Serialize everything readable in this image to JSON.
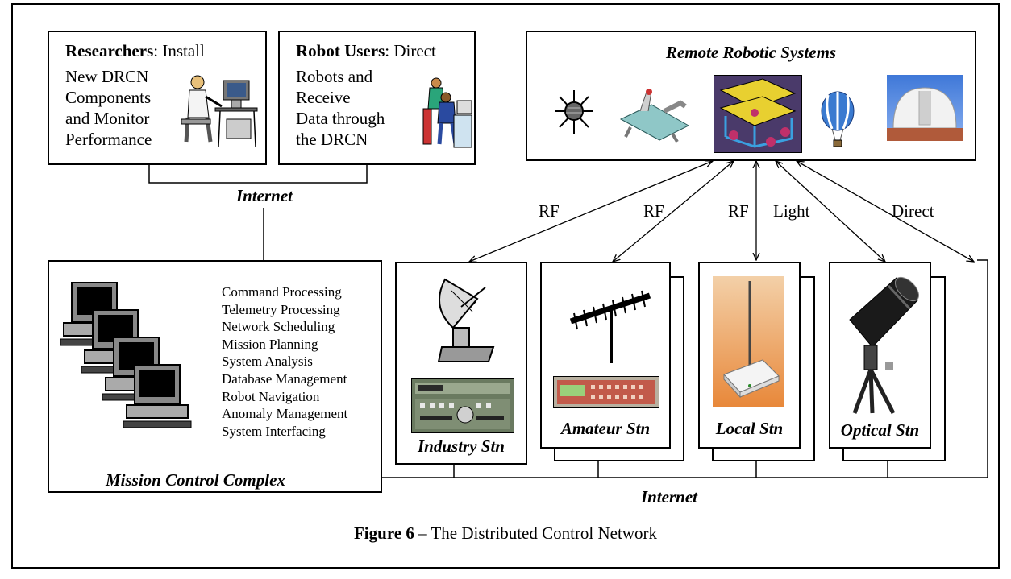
{
  "top_left_box": {
    "role": "Researchers",
    "role_suffix": ": Install",
    "lines": [
      "New DRCN",
      "Components",
      "and Monitor",
      "Performance"
    ]
  },
  "top_mid_box": {
    "role": "Robot Users",
    "role_suffix": ": Direct",
    "lines": [
      "Robots and",
      "Receive",
      "Data through",
      "the DRCN"
    ]
  },
  "remote_box": {
    "title": "Remote Robotic Systems",
    "icons": [
      "satellite-icon",
      "rover-icon",
      "walker-robot-icon",
      "balloon-icon",
      "observatory-dome-icon"
    ]
  },
  "internet_top": "Internet",
  "internet_bottom": "Internet",
  "links": [
    "RF",
    "RF",
    "RF",
    "Light",
    "Direct"
  ],
  "mission_control": {
    "title": "Mission Control Complex",
    "functions": [
      "Command Processing",
      "Telemetry Processing",
      "Network Scheduling",
      "Mission Planning",
      "System Analysis",
      "Database Management",
      "Robot Navigation",
      "Anomaly Management",
      "System Interfacing"
    ]
  },
  "stations": [
    {
      "name": "Industry Stn"
    },
    {
      "name": "Amateur Stn"
    },
    {
      "name": "Local Stn"
    },
    {
      "name": "Optical Stn"
    }
  ],
  "caption": {
    "label": "Figure 6",
    "text": " – The Distributed Control Network"
  }
}
